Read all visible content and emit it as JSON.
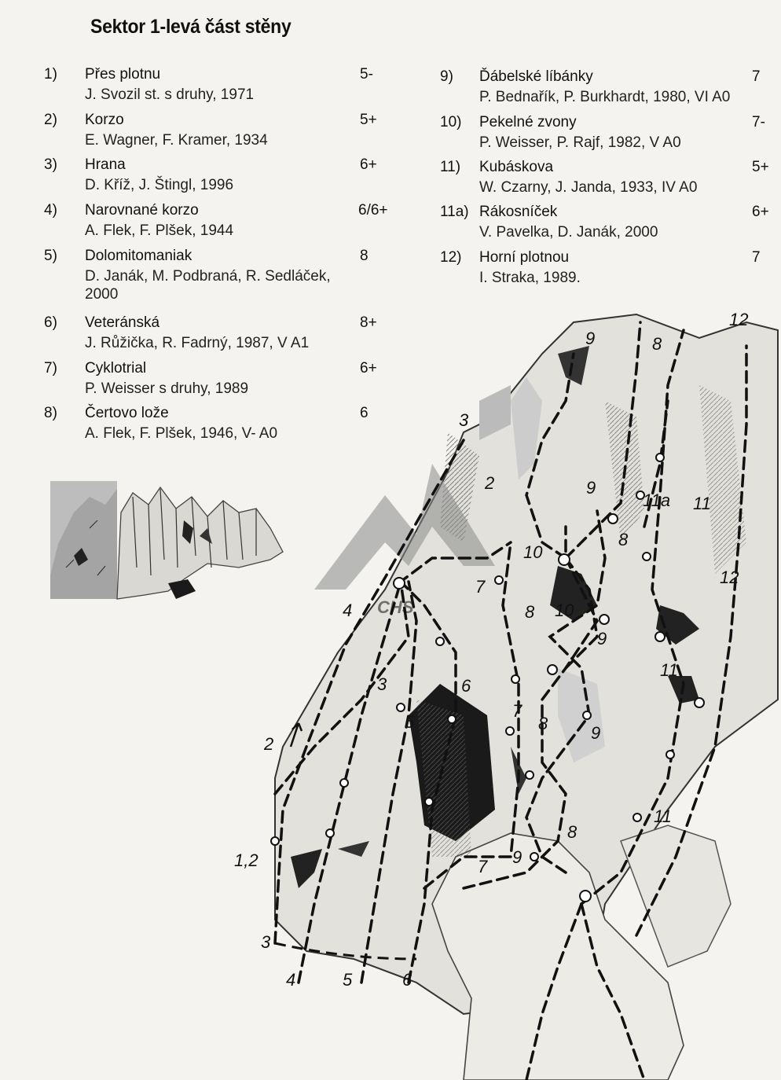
{
  "title": "Sektor 1-levá část stěny",
  "routes_left": [
    {
      "num": "1)",
      "name": "Přes plotnu",
      "grade": "5-",
      "authors": "J. Svozil st. s druhy, 1971"
    },
    {
      "num": "2)",
      "name": "Korzo",
      "grade": "5+",
      "authors": "E. Wagner, F. Kramer, 1934"
    },
    {
      "num": "3)",
      "name": "Hrana",
      "grade": "6+",
      "authors": "D. Kříž, J. Štingl, 1996"
    },
    {
      "num": "4)",
      "name": "Narovnané korzo",
      "grade": "6/6+",
      "authors": "A. Flek, F. Plšek, 1944"
    },
    {
      "num": "5)",
      "name": "Dolomitomaniak",
      "grade": "8",
      "authors": "D. Janák, M. Podbraná, R. Sedláček, 2000"
    },
    {
      "num": "6)",
      "name": "Veteránská",
      "grade": "8+",
      "authors": "J. Růžička, R. Fadrný, 1987, V A1"
    },
    {
      "num": "7)",
      "name": "Cyklotrial",
      "grade": "6+",
      "authors": "P. Weisser s druhy, 1989"
    },
    {
      "num": "8)",
      "name": "Čertovo lože",
      "grade": "6",
      "authors": "A. Flek, F. Plšek, 1946, V- A0"
    }
  ],
  "routes_right": [
    {
      "num": "9)",
      "name": "Ďábelské líbánky",
      "grade": "7",
      "authors": "P. Bednařík, P. Burkhardt, 1980, VI A0"
    },
    {
      "num": "10)",
      "name": "Pekelné zvony",
      "grade": "7-",
      "authors": "P. Weisser, P. Rajf, 1982, V A0"
    },
    {
      "num": "11)",
      "name": "Kubáskova",
      "grade": "5+",
      "authors": "W. Czarny, J. Janda, 1933, IV A0"
    },
    {
      "num": "11a)",
      "name": "Rákosníček",
      "grade": "6+",
      "authors": "V. Pavelka, D. Janák, 2000"
    },
    {
      "num": "12)",
      "name": "Horní plotnou",
      "grade": "7",
      "authors": "I. Straka, 1989."
    }
  ],
  "topo_labels": {
    "l12top": "12",
    "l9top": "9",
    "l8top": "8",
    "l3": "3",
    "l2": "2",
    "l9mid": "9",
    "l11a": "11a",
    "l11": "11",
    "l8a": "8",
    "l10": "10",
    "l12": "12",
    "l7": "7",
    "l4": "4",
    "l8b": "8",
    "l10b": "10",
    "l9b": "9",
    "l3b": "3",
    "l6": "6",
    "l5": "5",
    "l11b": "11",
    "l7b": "7",
    "l8c": "8",
    "l9c": "9",
    "l2b": "2",
    "l12b": "1,2",
    "l11c": "11",
    "l8d": "8",
    "l7c": "7",
    "l9d": "9",
    "l3c": "3",
    "l4b": "4",
    "l5b": "5",
    "l6b": "6"
  },
  "watermark": "CHS"
}
